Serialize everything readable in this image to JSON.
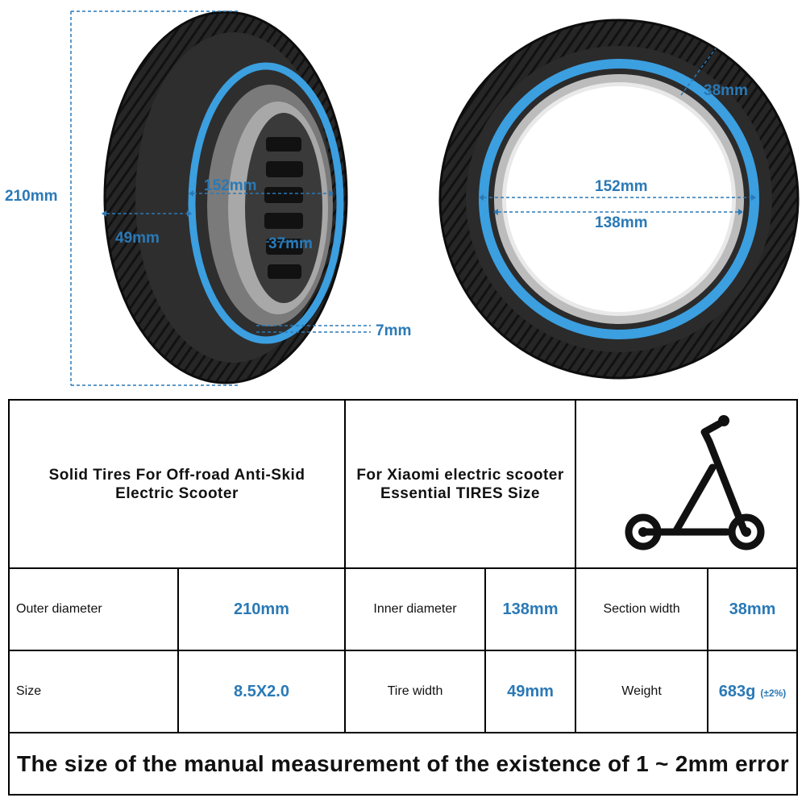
{
  "dimensions": {
    "outer_diameter": "210mm",
    "inner_rim_side": "152mm",
    "tire_width": "49mm",
    "section_inner": "37mm",
    "thickness": "7mm",
    "inner_rim_front": "152mm",
    "inner_diameter": "138mm",
    "section_width": "38mm"
  },
  "table": {
    "header_left": [
      "Solid Tires For Off-road Anti-Skid",
      "Electric Scooter"
    ],
    "header_mid": [
      "For Xiaomi electric scooter",
      "Essential TIRES Size"
    ],
    "scooter_icon": "scooter-icon",
    "rows": [
      [
        {
          "label": "Outer diameter",
          "value": "210mm"
        },
        {
          "label": "Inner diameter",
          "value": "138mm"
        },
        {
          "label": "Section width",
          "value": "38mm"
        }
      ],
      [
        {
          "label": "Size",
          "value": "8.5X2.0"
        },
        {
          "label": "Tire width",
          "value": "49mm"
        },
        {
          "label": "Weight",
          "value": "683g",
          "note": "(±2%)"
        }
      ]
    ],
    "footer": "The size of the manual measurement of the existence of 1 ~ 2mm error"
  },
  "colors": {
    "accent": "#2a79b6",
    "tire_blue": "#3b9fe0",
    "rubber": "#1c1c1c"
  }
}
